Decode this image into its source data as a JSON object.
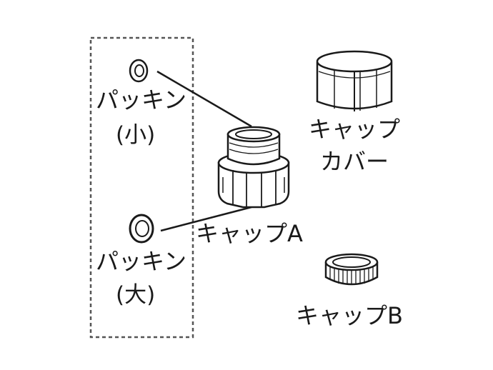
{
  "colors": {
    "line": "#1a1a1a",
    "part_fill": "#ffffff",
    "part_shade": "#d9d9d9",
    "dashed_box": "#555555"
  },
  "labels": {
    "packing_small": "パッキン",
    "packing_small_size": "(小)",
    "packing_large": "パッキン",
    "packing_large_size": "(大)",
    "cap_a": "キャップA",
    "cap_cover_line1": "キャップ",
    "cap_cover_line2": "カバー",
    "cap_b": "キャップB"
  }
}
